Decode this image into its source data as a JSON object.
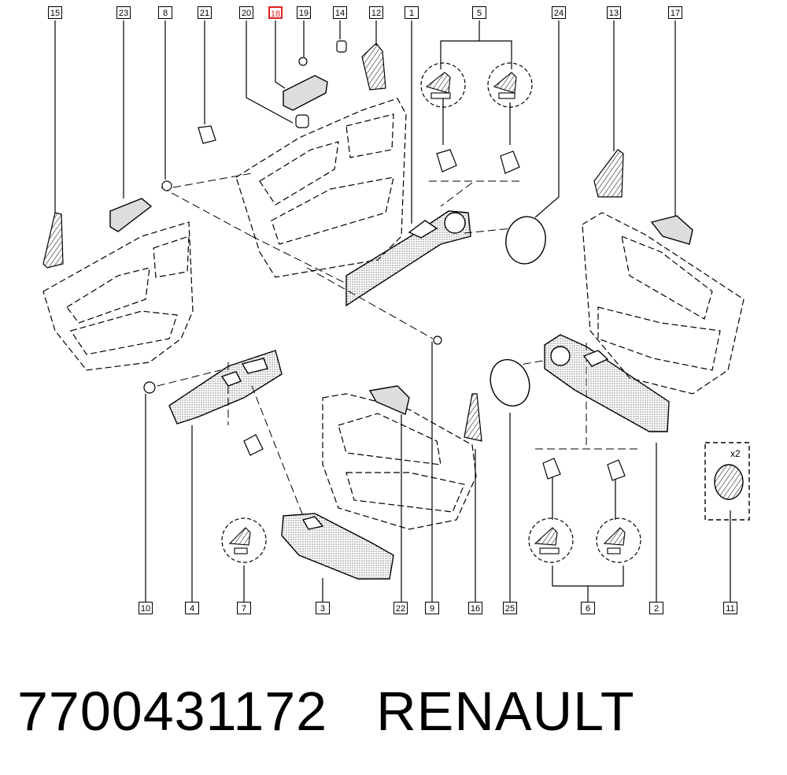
{
  "diagram": {
    "highlight_color": "#e02020",
    "callouts_top": [
      "15",
      "23",
      "8",
      "21",
      "20",
      "18",
      "19",
      "14",
      "12",
      "1",
      "5",
      "24",
      "13",
      "17"
    ],
    "callouts_bottom": [
      "10",
      "4",
      "7",
      "3",
      "22",
      "9",
      "16",
      "25",
      "6",
      "2",
      "11"
    ],
    "highlighted": "18",
    "quantity_mark": "x2"
  },
  "caption": {
    "part_number": "7700431172",
    "brand": "RENAULT"
  }
}
